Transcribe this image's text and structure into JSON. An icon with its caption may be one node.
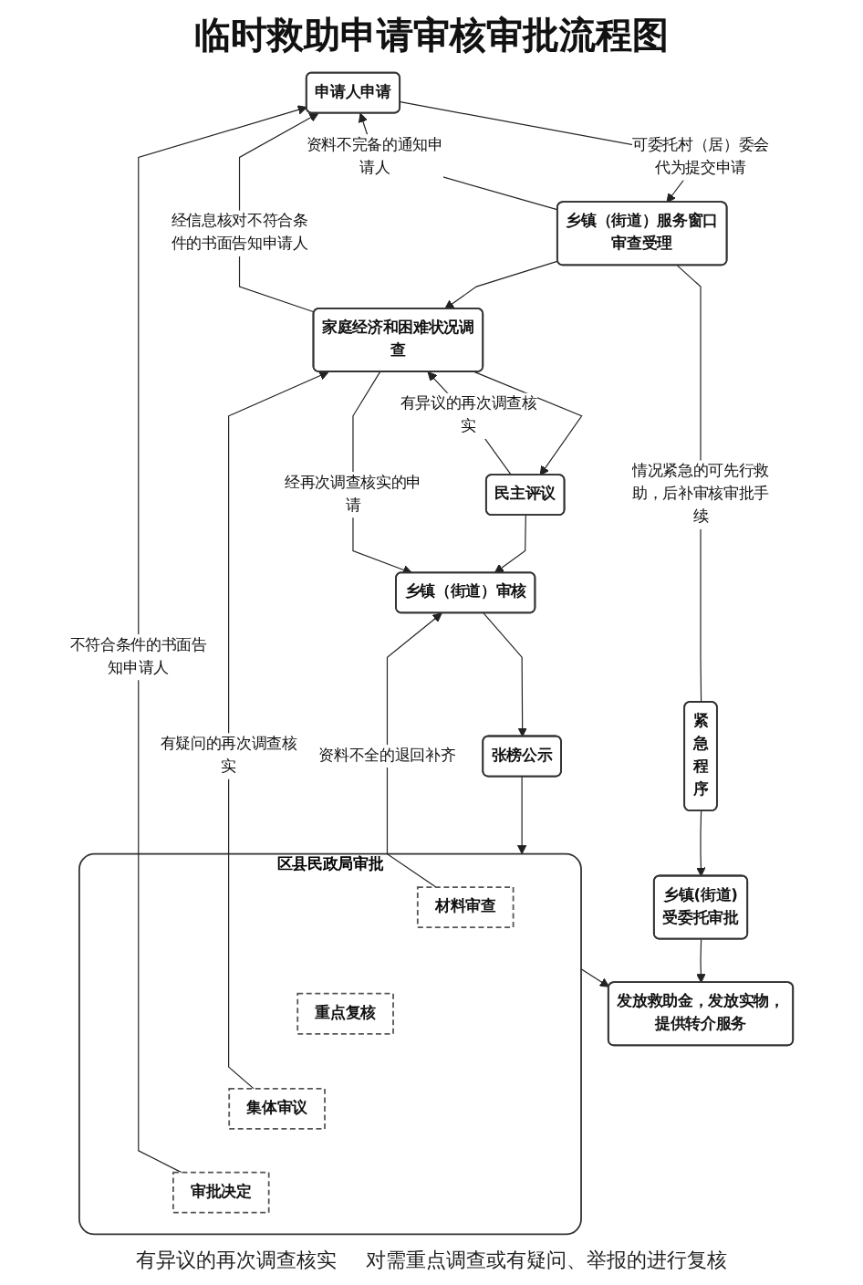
{
  "diagram": {
    "title": "临时救助申请审核审批流程图",
    "nodes": [
      {
        "text": [
          "申请人申请"
        ]
      },
      {
        "text": [
          "乡镇（街道）服务窗口审查受理"
        ]
      },
      {
        "text": [
          "家庭经济和困难状况调查"
        ]
      },
      {
        "text": [
          "民主评议"
        ]
      },
      {
        "text": [
          "乡镇（街道）审核"
        ]
      },
      {
        "text": [
          "张榜公示"
        ]
      },
      {
        "text": [
          "区县民政局审批"
        ]
      },
      {
        "text": [
          "材料审查"
        ],
        "in": 6
      },
      {
        "text": [
          "重点复核"
        ],
        "in": 6
      },
      {
        "text": [
          "集体审议"
        ],
        "in": 6
      },
      {
        "text": [
          "审批决定"
        ],
        "in": 6
      },
      {
        "text": [
          "紧急程序"
        ]
      },
      {
        "text": [
          "乡镇(街道)受委托审批"
        ]
      },
      {
        "text": [
          "发放救助金，发放实物，提供转介服务"
        ]
      }
    ],
    "edges": [
      {
        "from": 0,
        "to": 1,
        "arrow": "to",
        "label": "可委托村（居）委会代为提交申请"
      },
      {
        "from": 1,
        "to": 0,
        "arrow": "to",
        "label": "资料不完备的通知申请人"
      },
      {
        "from": 2,
        "to": 0,
        "arrow": "to",
        "label": "经信息核对不符合条件的书面告知申请人"
      },
      {
        "from": 1,
        "to": 2,
        "arrow": "to"
      },
      {
        "from": 2,
        "to": 3,
        "arrow": "to"
      },
      {
        "from": 3,
        "to": 2,
        "arrow": "to",
        "label": "有异议的再次调查核实"
      },
      {
        "from": 3,
        "to": 4,
        "arrow": "to"
      },
      {
        "from": 2,
        "to": 4,
        "arrow": "to",
        "label": "经再次调查核实的申请"
      },
      {
        "from": 4,
        "to": 5,
        "arrow": "to"
      },
      {
        "from": 5,
        "to": 6,
        "arrow": "to"
      },
      {
        "from": 7,
        "to": 4,
        "arrow": "to",
        "label": "资料不全的退回补齐"
      },
      {
        "from": 9,
        "to": 2,
        "arrow": "to",
        "label": "有疑问的再次调查核实"
      },
      {
        "from": 10,
        "to": 0,
        "arrow": "to",
        "label": "不符合条件的书面告知申请人"
      },
      {
        "from": 6,
        "to": 13,
        "arrow": "to"
      },
      {
        "from": 1,
        "to": 11,
        "arrow": "none",
        "label": "情况紧急的可先行救助，后补审核审批手续"
      },
      {
        "from": 11,
        "to": 12,
        "arrow": "to"
      },
      {
        "from": 12,
        "to": 13,
        "arrow": "to"
      }
    ],
    "labels": [
      "有异议的再次调查核实",
      "对需重点调查或有疑问、举报的进行复核"
    ]
  }
}
